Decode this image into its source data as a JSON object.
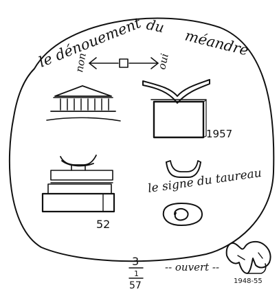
{
  "title": {
    "word1": "le dénouement",
    "word2": "du",
    "word3": "méandre"
  },
  "axis": {
    "left": "non",
    "right": "oui"
  },
  "labels": {
    "year_open_form": "1957",
    "year_stacked_form": "52",
    "bull_sign": "le signe du taureau",
    "fraction_top": "3",
    "fraction_mid": "1",
    "fraction_bottom": "57",
    "open_text": "-- ouvert --",
    "hand_years": "1948-55"
  },
  "colors": {
    "ink": "#111111",
    "paper": "#ffffff"
  },
  "icons": {
    "meander": "meander-loop-icon",
    "temple": "temple-icon",
    "open_form": "open-box-icon",
    "stacked": "stacked-blocks-icon",
    "horns": "bull-horns-icon",
    "eye": "spiral-eye-icon",
    "hand": "open-hand-icon"
  }
}
